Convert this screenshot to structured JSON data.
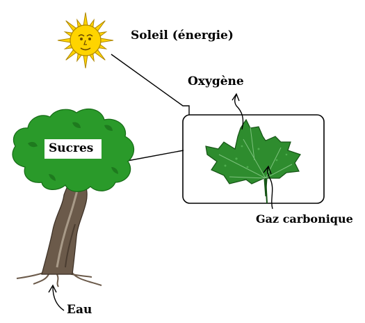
{
  "labels": {
    "sun": "Soleil (énergie)",
    "oxygen": "Oxygène",
    "sugars": "Sucres",
    "co2": "Gaz carbonique",
    "water": "Eau"
  },
  "colors": {
    "foliage": "#2a9a2a",
    "foliage_dark": "#156a15",
    "leaf": "#2e8c2e",
    "trunk": "#6b5a4a",
    "sun": "#ffd400",
    "sun_outline": "#b08800",
    "line": "#000000"
  },
  "icons": [
    "sun-icon",
    "tree-icon",
    "leaf-icon",
    "oxygen-arrow-icon",
    "co2-arrow-icon",
    "water-arrow-icon"
  ]
}
